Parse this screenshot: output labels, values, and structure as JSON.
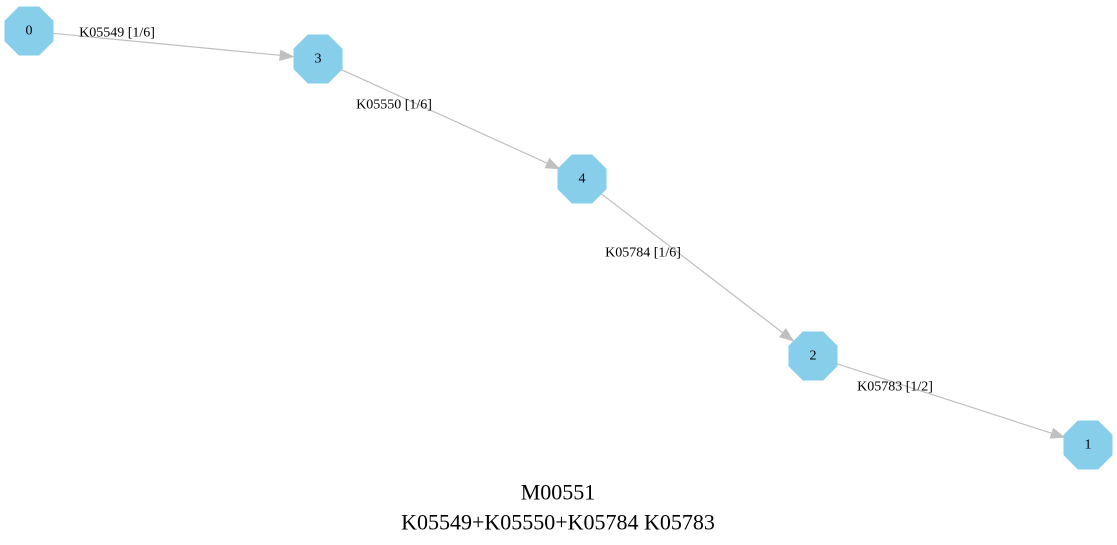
{
  "graph": {
    "title": "M00551",
    "subtitle": "K05549+K05550+K05784 K05783",
    "node_color": "#87ceeb",
    "edge_color": "#c0c0c0",
    "nodes": [
      {
        "id": "0",
        "label": "0"
      },
      {
        "id": "3",
        "label": "3"
      },
      {
        "id": "4",
        "label": "4"
      },
      {
        "id": "2",
        "label": "2"
      },
      {
        "id": "1",
        "label": "1"
      }
    ],
    "edges": [
      {
        "from": "0",
        "to": "3",
        "label": "K05549 [1/6]"
      },
      {
        "from": "3",
        "to": "4",
        "label": "K05550 [1/6]"
      },
      {
        "from": "4",
        "to": "2",
        "label": "K05784 [1/6]"
      },
      {
        "from": "2",
        "to": "1",
        "label": "K05783 [1/2]"
      }
    ]
  }
}
